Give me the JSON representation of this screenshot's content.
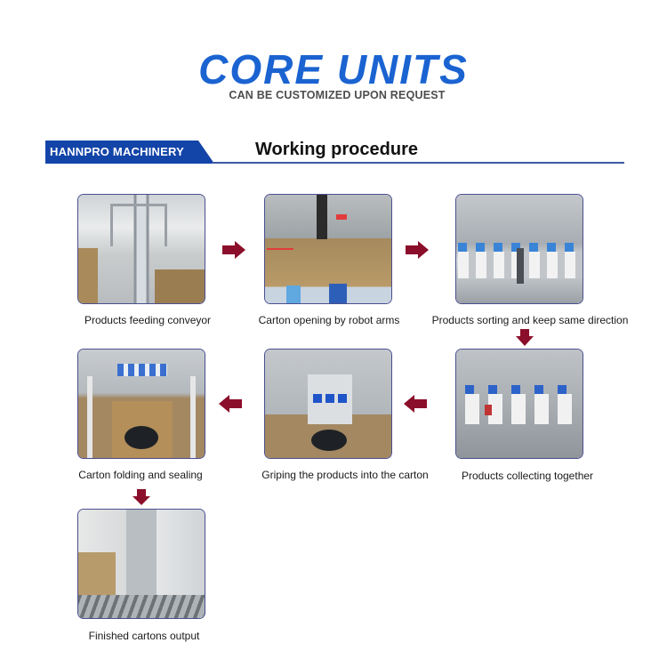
{
  "header": {
    "title": "CORE UNITS",
    "subtitle": "CAN BE CUSTOMIZED UPON REQUEST"
  },
  "section": {
    "brand_label": "HANNPRO MACHINERY",
    "title": "Working procedure"
  },
  "colors": {
    "title_blue": "#1a63d1",
    "banner_blue": "#1344a8",
    "arrow_crimson": "#8b0f2a",
    "image_border": "#4a4f8e"
  },
  "steps": [
    {
      "caption": "Products feeding conveyor"
    },
    {
      "caption": "Carton opening by robot arms"
    },
    {
      "caption": "Products sorting and keep same direction"
    },
    {
      "caption": "Products collecting together"
    },
    {
      "caption": "Griping the products into the carton"
    },
    {
      "caption": "Carton folding and sealing"
    },
    {
      "caption": "Finished cartons output"
    }
  ],
  "arrows": [
    {
      "from": 1,
      "to": 2,
      "direction": "right"
    },
    {
      "from": 2,
      "to": 3,
      "direction": "right"
    },
    {
      "from": 3,
      "to": 4,
      "direction": "down"
    },
    {
      "from": 4,
      "to": 5,
      "direction": "left"
    },
    {
      "from": 5,
      "to": 6,
      "direction": "left"
    },
    {
      "from": 6,
      "to": 7,
      "direction": "down"
    }
  ]
}
